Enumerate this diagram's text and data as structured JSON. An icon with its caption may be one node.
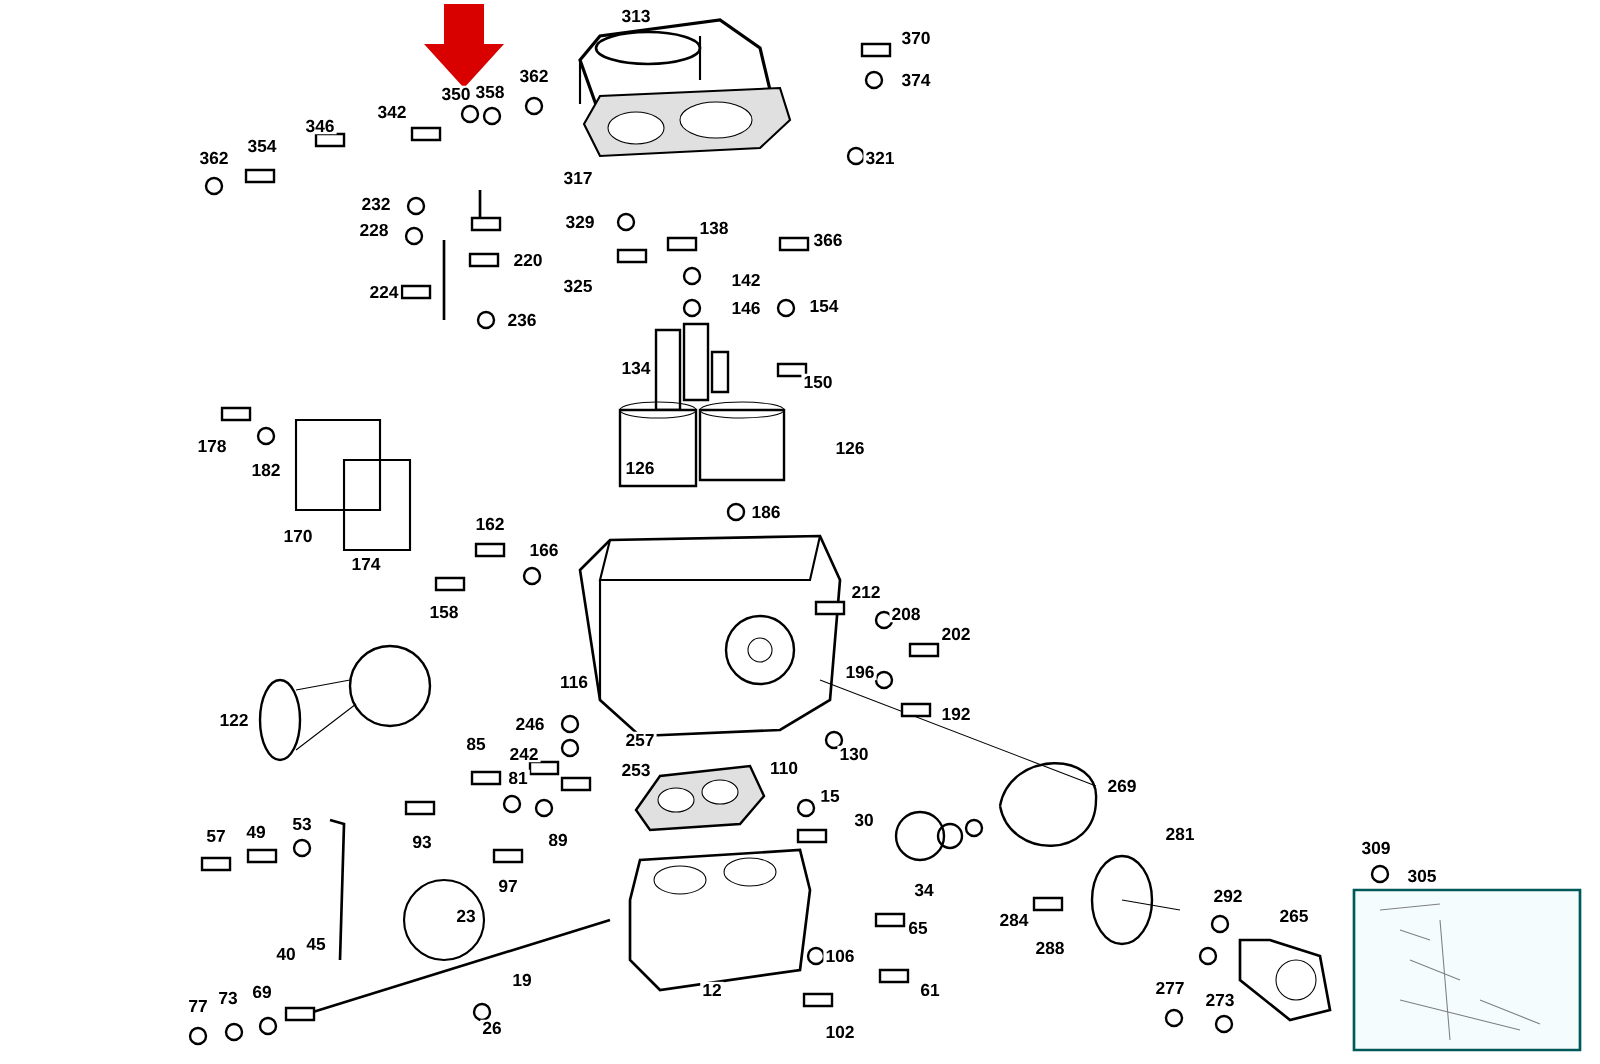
{
  "diagram": {
    "labels": [
      "313",
      "370",
      "374",
      "362",
      "358",
      "350",
      "342",
      "346",
      "354",
      "362",
      "317",
      "321",
      "232",
      "228",
      "329",
      "138",
      "366",
      "220",
      "325",
      "142",
      "224",
      "146",
      "154",
      "236",
      "134",
      "150",
      "178",
      "182",
      "126",
      "126",
      "186",
      "170",
      "162",
      "166",
      "174",
      "158",
      "212",
      "208",
      "202",
      "116",
      "196",
      "192",
      "122",
      "246",
      "85",
      "257",
      "242",
      "253",
      "130",
      "110",
      "269",
      "81",
      "15",
      "30",
      "281",
      "57",
      "49",
      "53",
      "93",
      "89",
      "309",
      "305",
      "34",
      "97",
      "23",
      "292",
      "65",
      "284",
      "265",
      "288",
      "40",
      "45",
      "19",
      "12",
      "69",
      "73",
      "77",
      "106",
      "61",
      "277",
      "273",
      "26",
      "102"
    ]
  }
}
